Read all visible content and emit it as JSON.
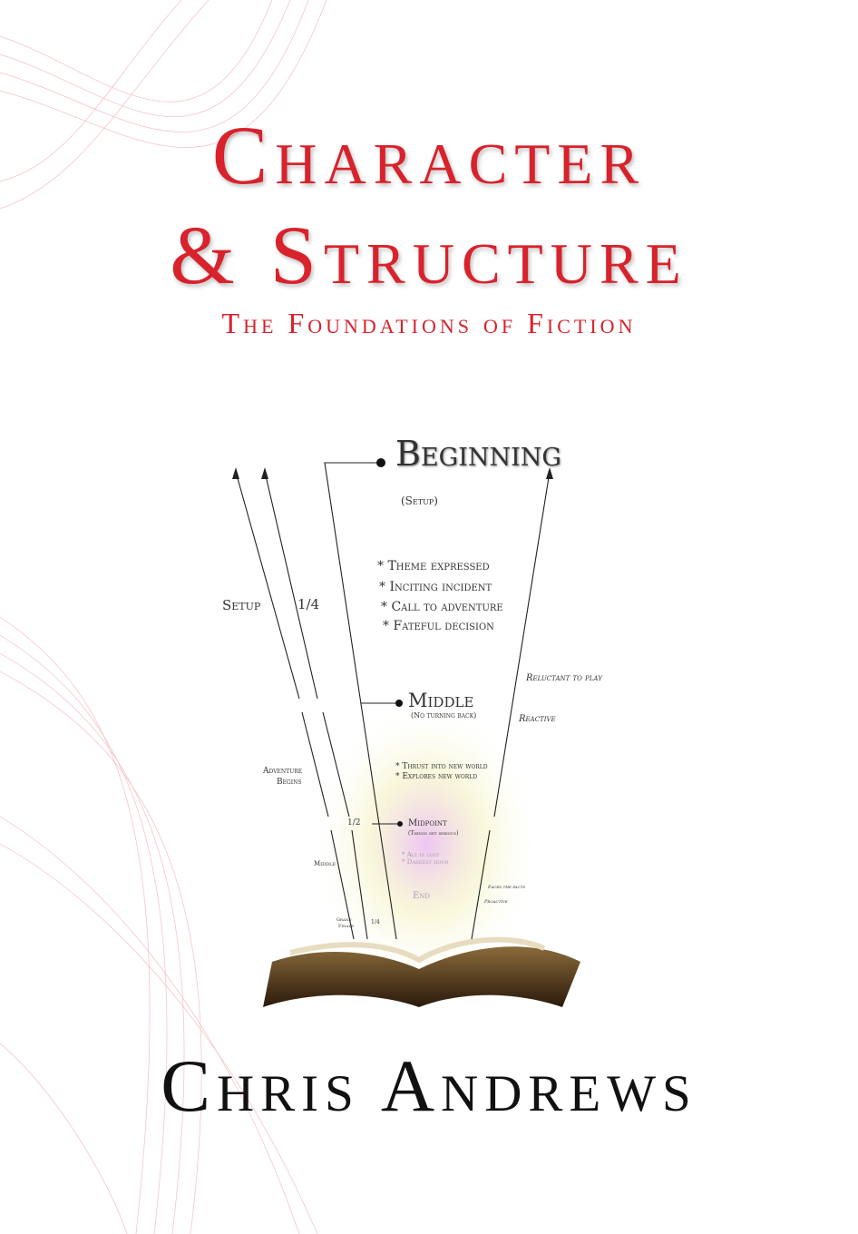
{
  "cover": {
    "title_line1": "Character",
    "title_line2": "& Structure",
    "subtitle": "The Foundations of Fiction",
    "author": "Chris Andrews",
    "accent_color": "#d8222c"
  },
  "diagram": {
    "beginning": {
      "label": "Beginning",
      "sub": "(Setup)"
    },
    "beginning_items": [
      "* Theme expressed",
      "* Inciting incident",
      "* Call to adventure",
      "* Fateful decision"
    ],
    "middle": {
      "label": "Middle",
      "sub": "(No turning back)"
    },
    "middle_items": [
      "* Thrust into new world",
      "* Explores new world"
    ],
    "midpoint": {
      "label": "Midpoint",
      "sub": "(Things get serious)"
    },
    "midpoint_items": [
      "* All is lost",
      "* Darkest hour"
    ],
    "end": {
      "label": "End"
    },
    "left_labels": {
      "setup": "Setup",
      "quarter": "1/4",
      "adventure_begins_1": "Adventure",
      "adventure_begins_2": "Begins",
      "half": "1/2",
      "middle": "Middle",
      "grand_finale_1": "Grand",
      "grand_finale_2": "Finale",
      "last_quarter": "1/4"
    },
    "right_labels": {
      "reluctant": "Reluctant to play",
      "reactive": "Reactive",
      "faces_facts": "Faces the facts",
      "proactive": "Proactive"
    }
  }
}
